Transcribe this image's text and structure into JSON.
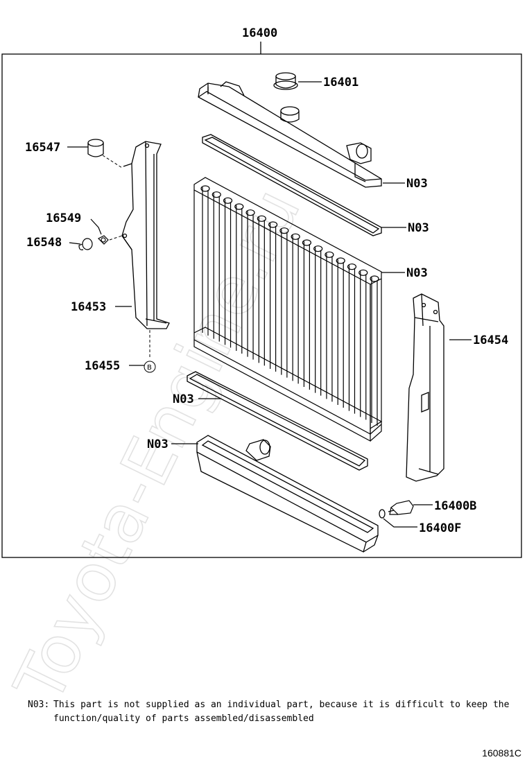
{
  "diagram": {
    "assembly_label": "16400",
    "watermark": "Toyota-Engine.ru",
    "callouts": {
      "cap": "16401",
      "cushion_upper": "16547",
      "bolt": "16549",
      "cushion_lower": "16548",
      "seal_left": "16453",
      "seal_left_fastener": "16455",
      "seal_right": "16454",
      "drain_cock_plug": "16400B",
      "drain_cock_oring": "16400F",
      "upper_tank": "N03",
      "upper_gasket": "N03",
      "core": "N03",
      "lower_gasket": "N03",
      "lower_tank": "N03"
    },
    "bubble": "B"
  },
  "footnote": {
    "code": "N03:",
    "text": "This part is not supplied as an individual part, because it is difficult to keep the function/quality of parts assembled/disassembled"
  },
  "figure_ref": "160881C"
}
